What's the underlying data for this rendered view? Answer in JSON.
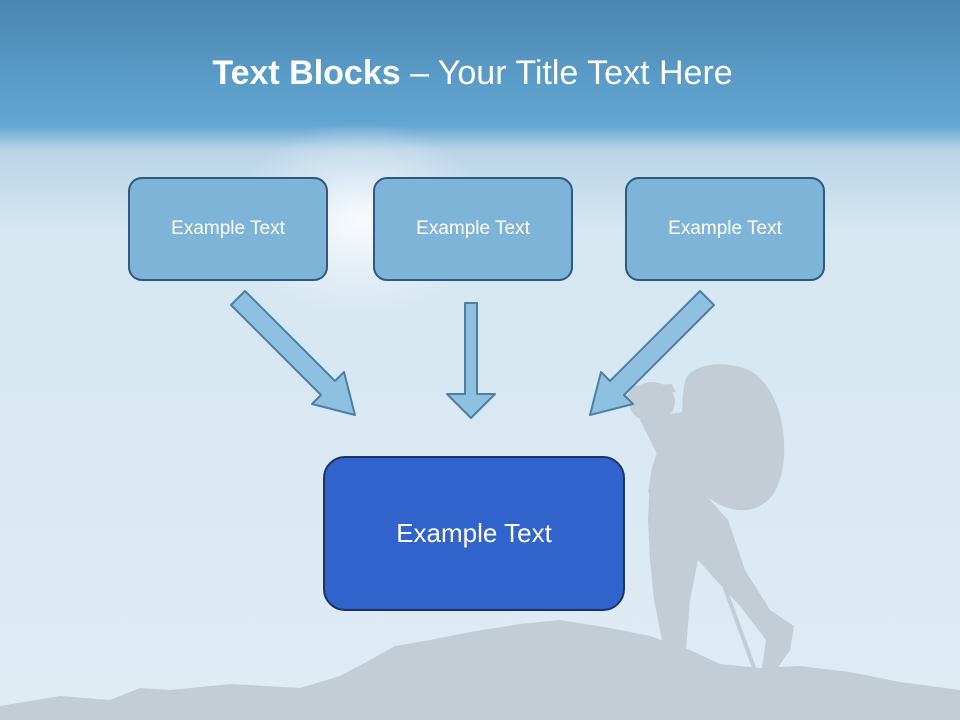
{
  "title": {
    "bold": "Text Blocks",
    "dash": " – ",
    "rest": "Your Title Text Here"
  },
  "blocks": {
    "left": "Example Text",
    "middle": "Example Text",
    "right": "Example Text"
  },
  "target": "Example Text",
  "colors": {
    "small_box_fill": "#7db4d8",
    "small_box_border": "#2d5a7e",
    "target_fill": "#3063cb",
    "target_border": "#1c3462",
    "arrow_fill": "#8ec0e0",
    "arrow_stroke": "#4d7fa6",
    "silhouette": "#c3cdd6"
  }
}
